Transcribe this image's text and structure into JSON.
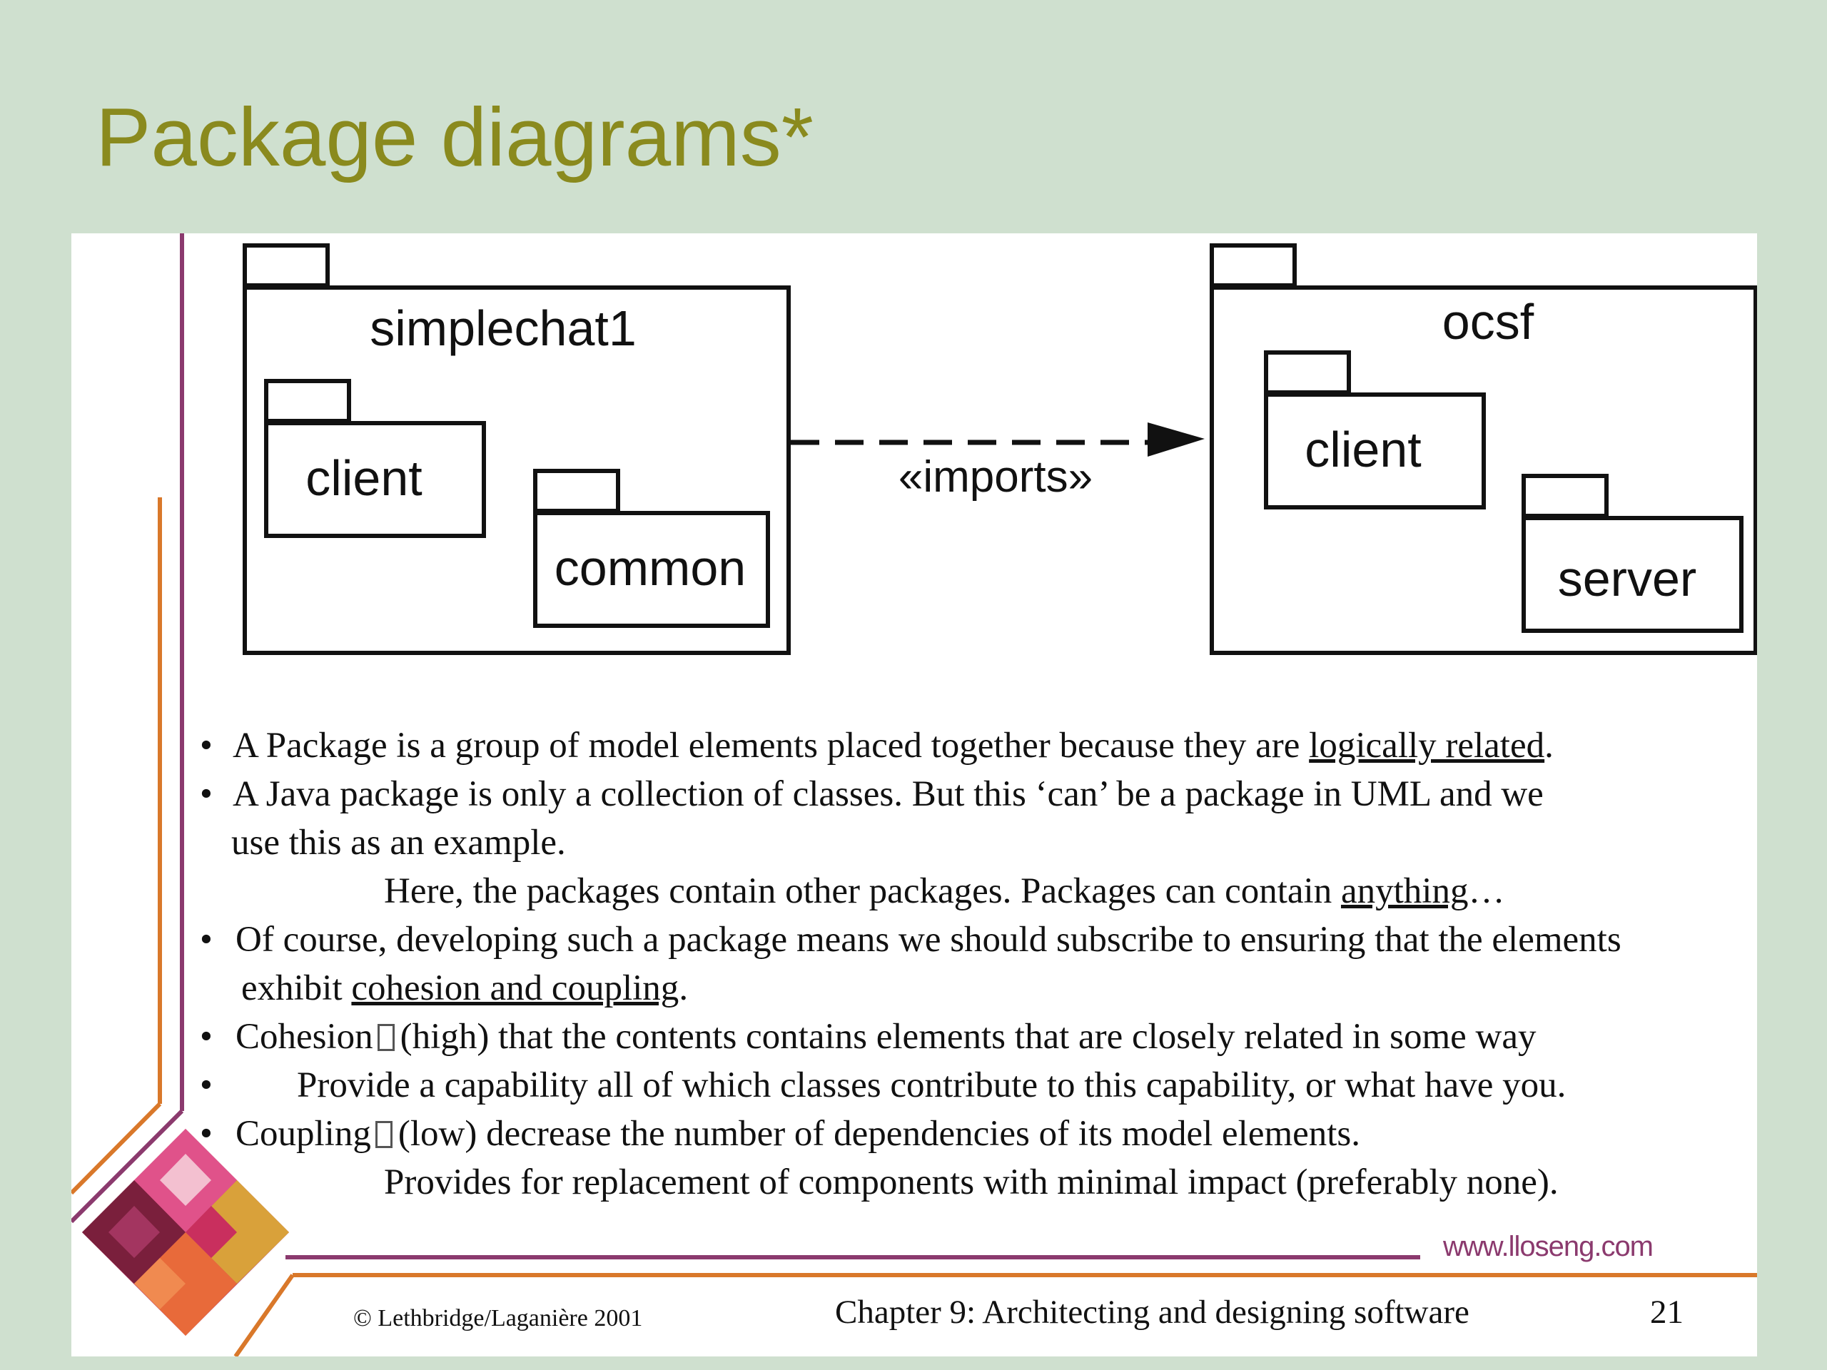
{
  "slide": {
    "title": "Package diagrams*"
  },
  "diagram": {
    "packages": {
      "left": {
        "name": "simplechat1",
        "children": [
          "client",
          "common"
        ]
      },
      "right": {
        "name": "ocsf",
        "children": [
          "client",
          "server"
        ]
      }
    },
    "dependency_label": "«imports»"
  },
  "bullets": {
    "b1_pre": "A Package is a group of model elements placed together because they are ",
    "b1_link": "logically related",
    "b1_post": ".",
    "b2_line1": "A Java package is only a collection of classes.  But this ‘can’ be a package in UML and we",
    "b2_line2": "use this as an example.",
    "b2_line3_pre": "Here, the packages contain other packages.  Packages can contain ",
    "b2_line3_link": "anything",
    "b2_line3_post": "…",
    "b3_line1": "Of course, developing such a package means we should subscribe to ensuring that the elements",
    "b3_line2_pre": "exhibit ",
    "b3_line2_link": "cohesion and coupling",
    "b3_line2_post": ".",
    "b4_pre": "Cohesion",
    "b4_post": "(high) that the contents contains elements that are closely related in some way",
    "b5": "Provide a capability all of which classes contribute to this capability, or what have you.",
    "b6_pre": "Coupling",
    "b6_post": "(low) decrease the number of dependencies of its model elements.",
    "b6_line2": "Provides for replacement of components with minimal impact (preferably none)."
  },
  "footer": {
    "url": "www.lloseng.com",
    "copyright": "© Lethbridge/Laganière 2001",
    "chapter": "Chapter 9: Architecting and designing software",
    "page": "21"
  },
  "colors": {
    "background": "#cfe0cf",
    "title": "#8a8a1e",
    "purple_line": "#8b3a6e",
    "orange_line": "#d9782a"
  }
}
